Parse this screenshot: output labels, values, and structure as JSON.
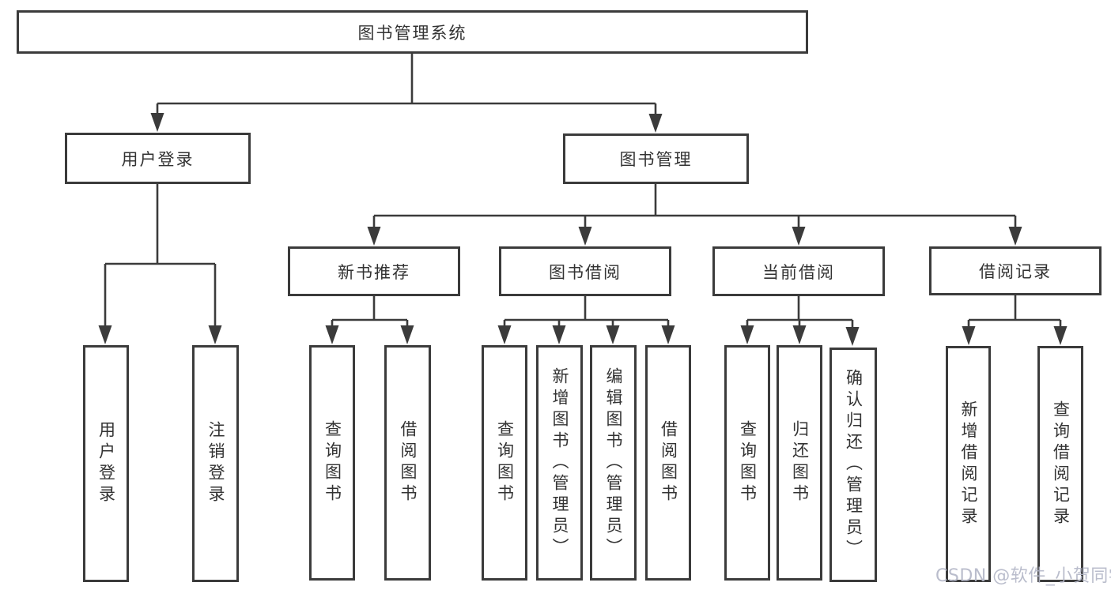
{
  "title": "图书管理系统",
  "watermark": "CSDN @软件_小贺同学",
  "colors": {
    "line": "#3b3b3b",
    "text": "#333333",
    "background": "#ffffff",
    "watermark": "#b2b6c6"
  },
  "tree": {
    "root": {
      "label": "图书管理系统"
    },
    "login": {
      "label": "用户登录",
      "children": [
        {
          "label": "用户登录"
        },
        {
          "label": "注销登录"
        }
      ]
    },
    "mgmt": {
      "label": "图书管理"
    },
    "new_book": {
      "label": "新书推荐",
      "children": [
        {
          "label": "查询图书"
        },
        {
          "label": "借阅图书"
        }
      ]
    },
    "borrow": {
      "label": "图书借阅",
      "children": [
        {
          "label": "查询图书"
        },
        {
          "label": "新增图书（管理员）"
        },
        {
          "label": "编辑图书（管理员）"
        },
        {
          "label": "借阅图书"
        }
      ]
    },
    "current": {
      "label": "当前借阅",
      "children": [
        {
          "label": "查询图书"
        },
        {
          "label": "归还图书"
        },
        {
          "label": "确认归还（管理员）"
        }
      ]
    },
    "records": {
      "label": "借阅记录",
      "children": [
        {
          "label": "新增借阅记录"
        },
        {
          "label": "查询借阅记录"
        }
      ]
    }
  }
}
